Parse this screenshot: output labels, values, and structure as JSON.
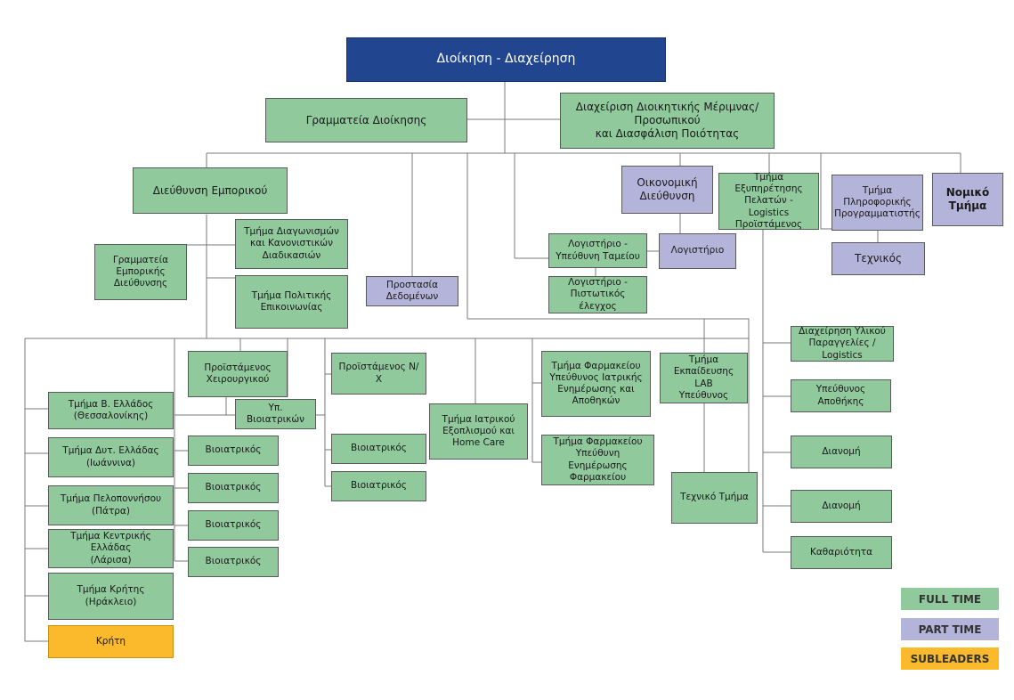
{
  "colors": {
    "full_time": "#8fc99c",
    "part_time": "#b4b3d9",
    "subleaders": "#fbb92c",
    "top": "#21468f",
    "line": "#7a7a7a"
  },
  "org": {
    "top": "Διοίκηση - Διαχείρηση",
    "grammateia_dioikisis": "Γραμματεία Διοίκησης",
    "diaxeirisi_merimnas": "Διαχείριση Διοικητικής Μέριμνας/\nΠροσωπικού\nκαι Διασφάλιση Ποιότητας",
    "dieuthinsi_emporikou": "Διεύθυνση Εμπορικού",
    "tmima_diagonismon": "Τμήμα Διαγωνισμών\nκαι Κανονιστικών\nΔιαδικασιών",
    "grammateia_emporikis": "Γραμματεία\nΕμπορικής\nΔιεύθυνσης",
    "tmima_politikis": "Τμήμα Πολιτικής\nΕπικοινωνίας",
    "prostasia_dedomenon": "Προστασία\nΔεδομένων",
    "oikonomiki_dieuthinsi": "Οικονομική\nΔιεύθυνση",
    "logistirio_tameiou": "Λογιστήριο -\nΥπεύθυνη Ταμείου",
    "logistirio": "Λογιστήριο",
    "logistirio_pistotikos": "Λογιστήριο -\nΠιστωτικός έλεγχος",
    "tmima_exypiretisis": "Τμήμα Εξυπηρέτησης\nΠελατών - Logistics\nΠροϊστάμενος",
    "tmima_pliroforikis": "Τμήμα\nΠληροφορικής\nΠρογραμματιστής",
    "nomiko_tmima": "Νομικό\nΤμήμα",
    "texnikos": "Τεχνικός",
    "proistamenos_xeirourgikou": "Προϊστάμενος\nΧειρουργικού",
    "yp_vioiatrikon": "Υπ. Βιοιατρικών",
    "proistamenos_nx": "Προϊστάμενος Ν/Χ",
    "vioiatrikos": "Βιοιατρικός",
    "tmima_iatrikou": "Τμήμα Ιατρικού\nΕξοπλισμού και\nHome Care",
    "tmima_farmakeiou_1": "Τμήμα Φαρμακείου\nΥπεύθυνος Ιατρικής\nΕνημέρωσης και\nΑποθηκών",
    "tmima_farmakeiou_2": "Τμήμα Φαρμακείου\nΥπεύθυνη Ενημέρωσης\nΦαρμακείου",
    "tmima_ekpaideusis": "Τμήμα\nΕκπαίδευσης LAB\nΥπεύθυνος",
    "texniko_tmima": "Τεχνικό Τμήμα",
    "diaxeirisi_ylikou": "Διαχείρηση Υλικού\nΠαραγγελίες / Logistics",
    "ypeuthynos_apothikis": "Υπεύθυνος Αποθήκης",
    "dianomi": "Διανομή",
    "kathariotita": "Καθαριότητα",
    "tmima_v_ellados": "Τμήμα Β. Ελλάδος\n(Θεσσαλονίκης)",
    "tmima_dyt_ellados": "Τμήμα Δυτ. Ελλάδας\n(Ιωάννινα)",
    "tmima_peloponnisou": "Τμήμα Πελοποννήσου\n(Πάτρα)",
    "tmima_kentrikis": "Τμήμα Κεντρικής Ελλάδας\n(Λάρισα)",
    "tmima_kritis": "Τμήμα Κρήτης (Ηράκλειο)",
    "kriti": "Κρήτη"
  },
  "legend": {
    "full_time": "FULL TIME",
    "part_time": "PART TIME",
    "subleaders": "SUBLEADERS"
  }
}
